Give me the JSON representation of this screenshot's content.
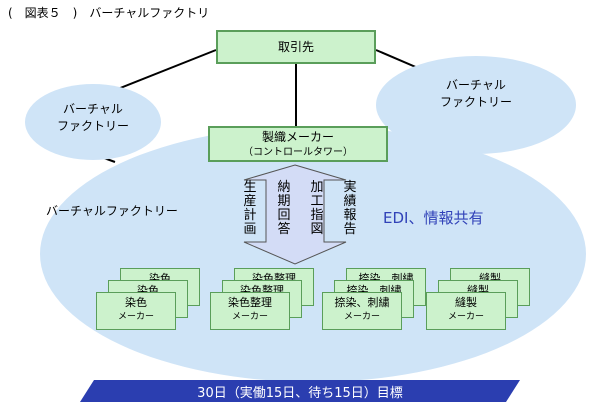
{
  "figure_title": "(　図表５　)　バーチャルファクトリ",
  "partner_label": "取引先",
  "left_factory": {
    "line1": "バーチャル",
    "line2": "ファクトリー"
  },
  "right_factory": {
    "line1": "バーチャル",
    "line2": "ファクトリー"
  },
  "big_factory_label": "バーチャルファクトリー",
  "weaver": {
    "name": "製織メーカー",
    "sub": "（コントロールタワー）"
  },
  "arrow_columns": [
    "生産計画",
    "納期回答",
    "加工指図",
    "実績報告"
  ],
  "edi_label": "EDI、情報共有",
  "maker_type": "メーカー",
  "groups": [
    {
      "name": "染色",
      "back_names": [
        "染色",
        "染色"
      ]
    },
    {
      "name": "染色整理",
      "back_names": [
        "染色整理",
        "染色整理"
      ]
    },
    {
      "name": "捺染、刺繍",
      "back_names": [
        "捺染、刺繍",
        "捺染、刺繍"
      ]
    },
    {
      "name": "縫製",
      "back_names": [
        "縫製",
        "縫製"
      ]
    }
  ],
  "goal_label": "30日（実働15日、待ち15日）目標",
  "colors": {
    "ellipse_fill": "#cfe4f7",
    "green_fill": "#ccf2cc",
    "green_border": "#5a9e5a",
    "arrow_fill": "#d3dcf6",
    "bar_fill": "#2b3eb0",
    "edi_text": "#3142b8"
  }
}
